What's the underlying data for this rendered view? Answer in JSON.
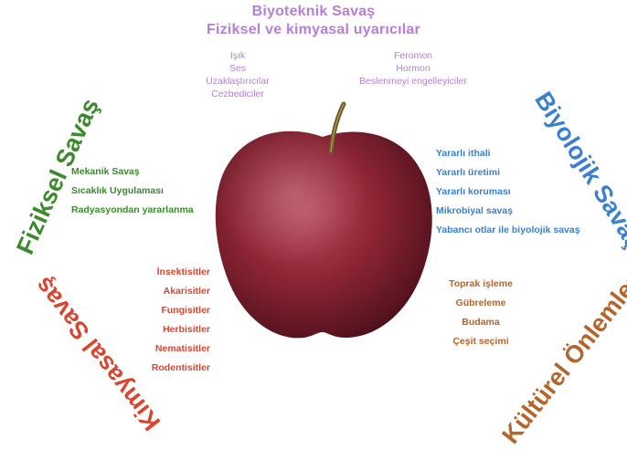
{
  "biotechnical": {
    "title": "Biyoteknik Savaş",
    "subtitle": "Fiziksel ve kimyasal uyarıcılar",
    "left_items": [
      "Işık",
      "Ses",
      "Uzaklaştırıcılar",
      "Cezbediciler"
    ],
    "right_items": [
      "Feromon",
      "Hormon",
      "Beslenmeyi engelleyiciler"
    ]
  },
  "physical": {
    "title": "Fiziksel Savaş",
    "items": [
      "Mekanik Savaş",
      "Sıcaklık Uygulaması",
      "Radyasyondan yararlanma"
    ]
  },
  "biological": {
    "title": "Biyolojik Savaş",
    "items": [
      "Yararlı ithali",
      "Yararlı üretimi",
      "Yararlı koruması",
      "Mikrobiyal savaş",
      "Yabancı otlar ile biyolojik savaş"
    ]
  },
  "chemical": {
    "title": "Kimyasal Savaş",
    "items": [
      "İnsektisitler",
      "Akarisitler",
      "Fungisitler",
      "Herbisitler",
      "Nematisitler",
      "Rodentisitler"
    ]
  },
  "cultural": {
    "title": "Kültürel Önlemler",
    "items": [
      "Toprak işleme",
      "Gübreleme",
      "Budama",
      "Çeşit seçimi"
    ]
  },
  "colors": {
    "biotechnical": "#b57fd6",
    "physical": "#3c8a2e",
    "biological": "#3b7fd0",
    "chemical": "#d9452f",
    "cultural": "#b5652a"
  }
}
